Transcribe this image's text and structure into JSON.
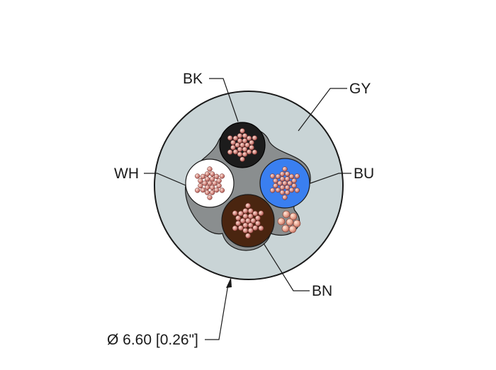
{
  "labels": {
    "bk": "BK",
    "gy": "GY",
    "wh": "WH",
    "bu": "BU",
    "bn": "BN",
    "diameter": "Ø 6.60 [0.26\"]"
  },
  "colors": {
    "jacket": "#c9d4d6",
    "jacket_stroke": "#1a1a1a",
    "filler": "#7b7f80",
    "black_core": "#1c1c1c",
    "white_core": "#ffffff",
    "blue_core": "#3a7ff0",
    "brown_core": "#4a2510",
    "strand": "#d08a7c"
  }
}
